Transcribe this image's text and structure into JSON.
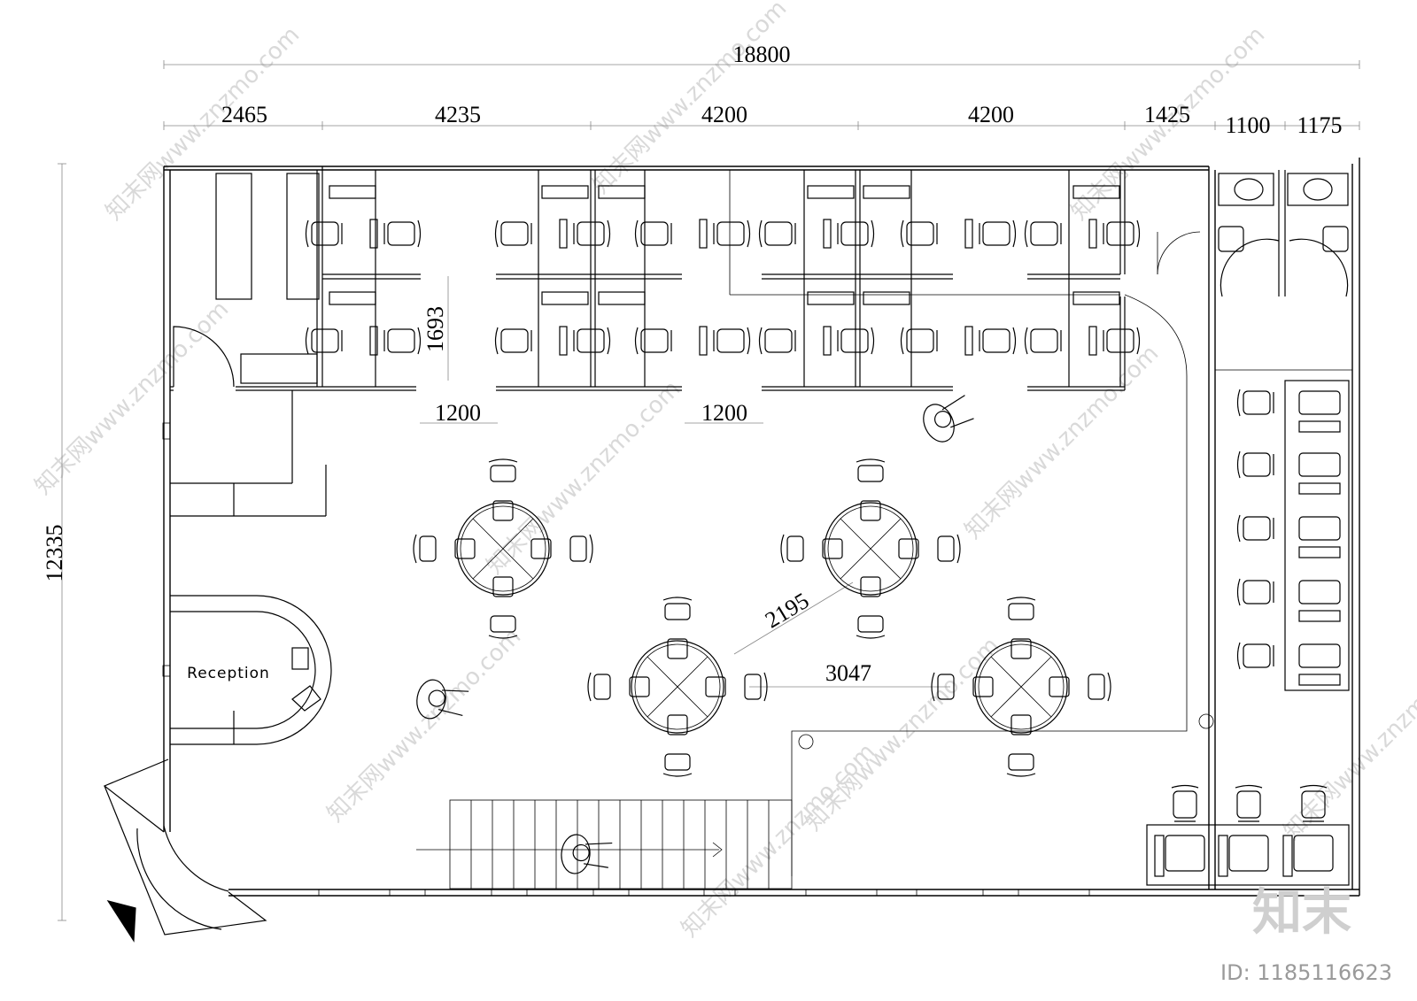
{
  "dimensions": {
    "total_width": "18800",
    "total_height": "12335",
    "segments": [
      "2465",
      "4235",
      "4200",
      "4200",
      "1425",
      "1100",
      "1175"
    ],
    "cubicle_depth": "1693",
    "aisle_left": "1200",
    "aisle_right": "1200",
    "table_diagonal": "2195",
    "table_spacing": "3047"
  },
  "rooms": {
    "reception": "Reception"
  },
  "watermark": {
    "site": "知末网www.znzmo.com",
    "logo": "知末",
    "id": "ID: 1185116623"
  }
}
